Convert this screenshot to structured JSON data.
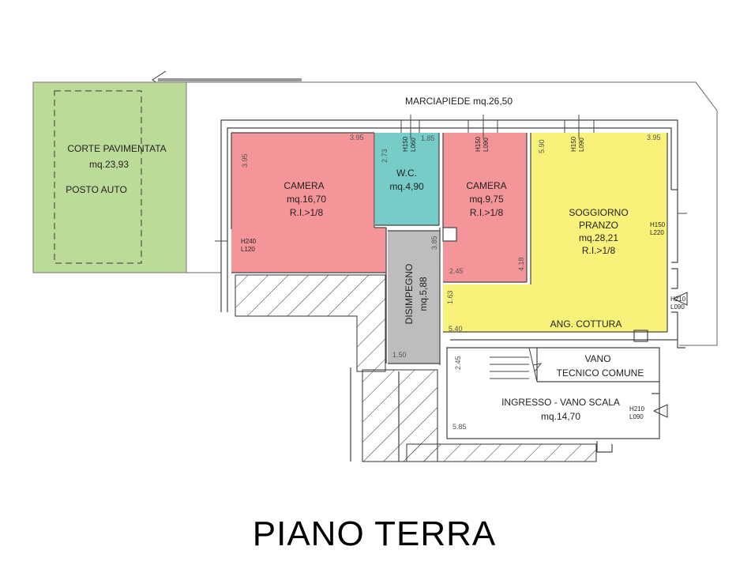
{
  "title": "PIANO TERRA",
  "colors": {
    "camera": "#f4959a",
    "wc": "#76cdc8",
    "soggiorno": "#f8f27a",
    "disimpegno": "#bdbdbd",
    "corte": "#bddb98",
    "wall": "#444444"
  },
  "rooms": {
    "marciapiede": {
      "name": "MARCIAPIEDE",
      "area": "mq.26,50"
    },
    "corte": {
      "name": "CORTE PAVIMENTATA",
      "area": "mq.23,93",
      "note": "POSTO AUTO"
    },
    "camera1": {
      "name": "CAMERA",
      "area": "mq.16,70",
      "ratio": "R.I.>1/8"
    },
    "wc": {
      "name": "W.C.",
      "area": "mq.4,90"
    },
    "camera2": {
      "name": "CAMERA",
      "area": "mq.9,75",
      "ratio": "R.I.>1/8"
    },
    "soggiorno": {
      "name1": "SOGGIORNO",
      "name2": "PRANZO",
      "area": "mq.28,21",
      "ratio": "R.I.>1/8"
    },
    "cottura": {
      "name": "ANG. COTTURA"
    },
    "disimpegno": {
      "name": "DISIMPEGNO",
      "area": "mq.5,88"
    },
    "vano_tecnico": {
      "line1": "VANO",
      "line2": "TECNICO COMUNE"
    },
    "ingresso": {
      "name": "INGRESSO - VANO SCALA",
      "area": "mq.14,70"
    }
  },
  "dimensions": {
    "camera1_top": "3.95",
    "camera1_left": "3.95",
    "wc_left": "2.73",
    "wc_top": "1.85",
    "soggiorno_left": "5.90",
    "soggiorno_top": "3.95",
    "camera2_bottom": "2.45",
    "camera2_right": "4.18",
    "dis_right": "3.85",
    "dis_bottom": "1.50",
    "sog_lower_left": "1.63",
    "sog_bottom": "5.40",
    "ing_left": "2.45",
    "ing_bottom": "5.85"
  },
  "windows": {
    "w1": {
      "h": "H240",
      "l": "L120"
    },
    "w2": {
      "h": "H150",
      "l": "L060"
    },
    "w3": {
      "h": "H150",
      "l": "L090"
    },
    "w4": {
      "h": "H150",
      "l": "L090"
    },
    "w5": {
      "h": "H150",
      "l": "L220"
    },
    "d1": {
      "h": "H210",
      "l": "L090"
    },
    "d2": {
      "h": "H210",
      "l": "L090"
    }
  }
}
